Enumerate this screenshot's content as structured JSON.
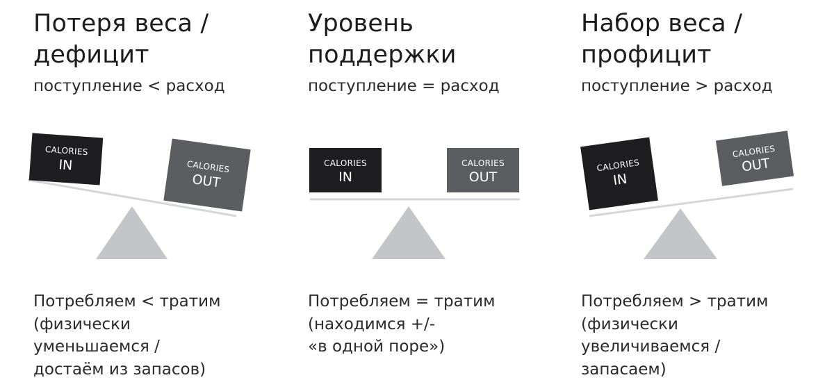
{
  "columns": [
    {
      "title": [
        "Потеря веса /",
        "дефицит"
      ],
      "formula": "поступление < расход",
      "box_in": {
        "line1": "CALORIES",
        "line2": "IN"
      },
      "box_out": {
        "line1": "CALORIES",
        "line2": "OUT"
      },
      "tilt": "left-up",
      "description": [
        "Потребляем < тратим",
        "(физически",
        "уменьшаемся /",
        "достаём из запасов)"
      ]
    },
    {
      "title": [
        "Уровень",
        "поддержки"
      ],
      "formula": "поступление = расход",
      "box_in": {
        "line1": "CALORIES",
        "line2": "IN"
      },
      "box_out": {
        "line1": "CALORIES",
        "line2": "OUT"
      },
      "tilt": "level",
      "description": [
        "Потребляем = тратим",
        "(находимся +/-",
        "«в одной поре»)"
      ]
    },
    {
      "title": [
        "Набор веса /",
        "профицит"
      ],
      "formula": "поступление > расход",
      "box_in": {
        "line1": "CALORIES",
        "line2": "IN"
      },
      "box_out": {
        "line1": "CALORIES",
        "line2": "OUT"
      },
      "tilt": "right-up",
      "description": [
        "Потребляем > тратим",
        "(физически",
        "увеличиваемся /",
        "запасаем)"
      ]
    }
  ],
  "colors": {
    "in_box": "#1e1e20",
    "out_box": "#5c5d61",
    "beam": "#d5d6da",
    "fulcrum": "#c4c5c9",
    "text": "#1e1e1e"
  }
}
